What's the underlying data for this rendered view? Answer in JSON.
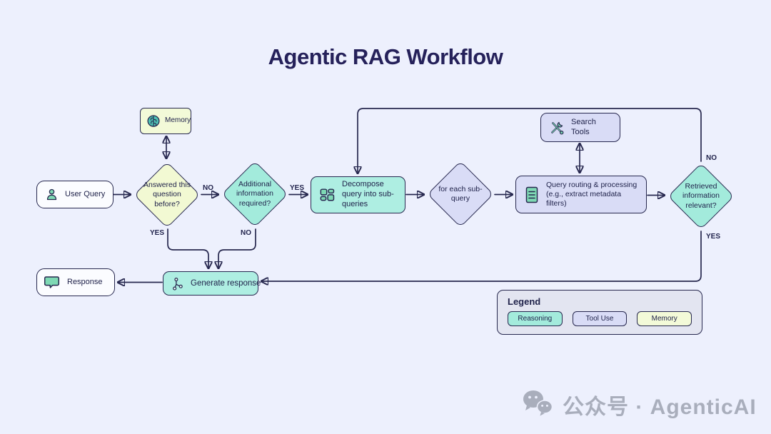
{
  "title": "Agentic RAG Workflow",
  "nodes": {
    "memory": {
      "label": "Memory"
    },
    "user_query": {
      "label": "User Query"
    },
    "answered": {
      "label": "Answered this question before?"
    },
    "additional": {
      "label": "Additional information required?"
    },
    "decompose": {
      "label": "Decompose query into sub-queries"
    },
    "for_each": {
      "label": "for each sub-query"
    },
    "routing": {
      "label": "Query routing & processing (e.g., extract metadata filters)"
    },
    "search_tools": {
      "label": "Search Tools"
    },
    "retrieved": {
      "label": "Retrieved information relevant?"
    },
    "generate": {
      "label": "Generate response"
    },
    "response": {
      "label": "Response"
    }
  },
  "edges": {
    "answered_no": "NO",
    "answered_yes": "YES",
    "additional_yes": "YES",
    "additional_no": "NO",
    "retrieved_no": "NO",
    "retrieved_yes": "YES"
  },
  "legend": {
    "title": "Legend",
    "items": [
      {
        "label": "Reasoning",
        "color": "#a3ebdc"
      },
      {
        "label": "Tool Use",
        "color": "#d9dcf6"
      },
      {
        "label": "Memory",
        "color": "#f3fad8"
      }
    ]
  },
  "footer": {
    "text": "公众号 · AgenticAI"
  },
  "colors": {
    "background": "#edf0fd",
    "ink": "#27284f",
    "teal_fill": "#aeeee2",
    "teal_diamond": "#a3ebdc",
    "lavender_fill": "#d9dcf6",
    "yellow_fill": "#f3fad8",
    "white_fill": "#fbfcff",
    "legend_bg": "#e3e5f1",
    "icon_green": "#7ed9b4",
    "brain_teal": "#4ec3b5",
    "watermark_gray": "#a9aebc"
  }
}
